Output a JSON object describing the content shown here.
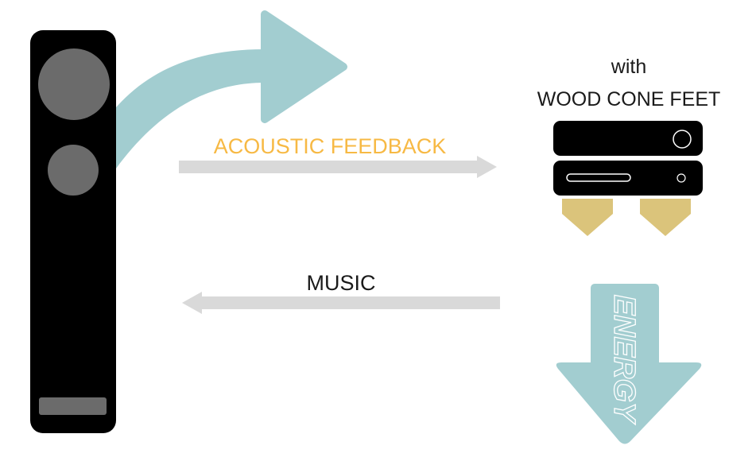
{
  "labels": {
    "acoustic_feedback": "ACOUSTIC FEEDBACK",
    "music": "MUSIC",
    "with": "with",
    "wood_cone_feet": "WOOD CONE FEET",
    "energy": "ENERGY"
  },
  "colors": {
    "speaker": "#000000",
    "driver": "#6b6b6b",
    "teal": "#a2cdd0",
    "feedback_text": "#f7b944",
    "gray_arrow": "#d9d9d9",
    "cone_feet": "#dbc47b",
    "text": "#1a1a1a",
    "white": "#ffffff"
  },
  "icons": {
    "speaker": "speaker-icon",
    "component": "audio-component-icon",
    "feedback_arrow": "curved-arrow-icon",
    "energy_arrow": "down-arrow-icon"
  }
}
